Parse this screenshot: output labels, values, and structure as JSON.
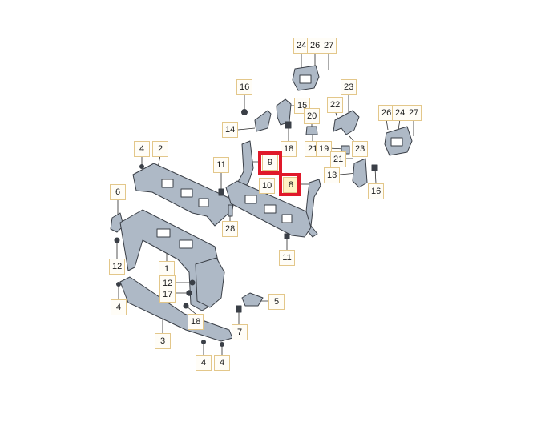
{
  "colors": {
    "part_fill": "#aeb9c6",
    "part_stroke": "#3a3f47",
    "leader": "#2b2b2b",
    "label_border": "#e3c78a",
    "highlight": "#e0192a"
  },
  "labels": {
    "l24a": "24",
    "l26a": "26",
    "l27a": "27",
    "l16a": "16",
    "l23a": "23",
    "l22": "22",
    "l15": "15",
    "l26b": "26",
    "l24b": "24",
    "l27b": "27",
    "l14": "14",
    "l20": "20",
    "l18a": "18",
    "l21a": "21",
    "l19": "19",
    "l23b": "23",
    "l4a": "4",
    "l2": "2",
    "l11a": "11",
    "l9": "9",
    "l21b": "21",
    "l13": "13",
    "l8": "8",
    "l10": "10",
    "l16b": "16",
    "l6": "6",
    "l28": "28",
    "l11b": "11",
    "l12a": "12",
    "l1": "1",
    "l12b": "12",
    "l17": "17",
    "l5": "5",
    "l4b": "4",
    "l18b": "18",
    "l7": "7",
    "l3": "3",
    "l4c": "4",
    "l4d": "4"
  }
}
